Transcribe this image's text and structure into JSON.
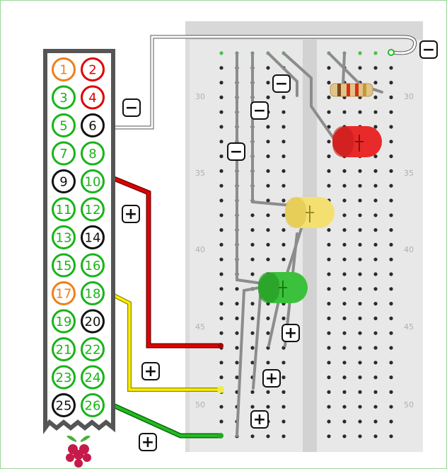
{
  "gpio_header": {
    "pins": [
      {
        "n": "1",
        "c": "#ef7f1a"
      },
      {
        "n": "2",
        "c": "#e00000"
      },
      {
        "n": "3",
        "c": "#19b319"
      },
      {
        "n": "4",
        "c": "#e00000"
      },
      {
        "n": "5",
        "c": "#19b319"
      },
      {
        "n": "6",
        "c": "#111111"
      },
      {
        "n": "7",
        "c": "#19b319"
      },
      {
        "n": "8",
        "c": "#19b319"
      },
      {
        "n": "9",
        "c": "#111111"
      },
      {
        "n": "10",
        "c": "#19b319"
      },
      {
        "n": "11",
        "c": "#19b319"
      },
      {
        "n": "12",
        "c": "#19b319"
      },
      {
        "n": "13",
        "c": "#19b319"
      },
      {
        "n": "14",
        "c": "#111111"
      },
      {
        "n": "15",
        "c": "#19b319"
      },
      {
        "n": "16",
        "c": "#19b319"
      },
      {
        "n": "17",
        "c": "#ef7f1a"
      },
      {
        "n": "18",
        "c": "#19b319"
      },
      {
        "n": "19",
        "c": "#19b319"
      },
      {
        "n": "20",
        "c": "#111111"
      },
      {
        "n": "21",
        "c": "#19b319"
      },
      {
        "n": "22",
        "c": "#19b319"
      },
      {
        "n": "23",
        "c": "#19b319"
      },
      {
        "n": "24",
        "c": "#19b319"
      },
      {
        "n": "25",
        "c": "#111111"
      },
      {
        "n": "26",
        "c": "#19b319"
      }
    ]
  },
  "breadboard": {
    "row_labels": [
      "30",
      "35",
      "40",
      "45",
      "50"
    ]
  },
  "markers": {
    "minus": "−",
    "plus": "+"
  },
  "colors": {
    "red_wire": "#e00000",
    "yellow_wire": "#ffee00",
    "green_wire": "#22bb22",
    "white_wire": "#ffffff",
    "led_red": "#e82a2a",
    "led_yellow": "#f4e070",
    "led_green": "#3cc13c"
  },
  "icons": [
    "raspberry-pi-logo-icon",
    "resistor-icon",
    "led-icon"
  ]
}
